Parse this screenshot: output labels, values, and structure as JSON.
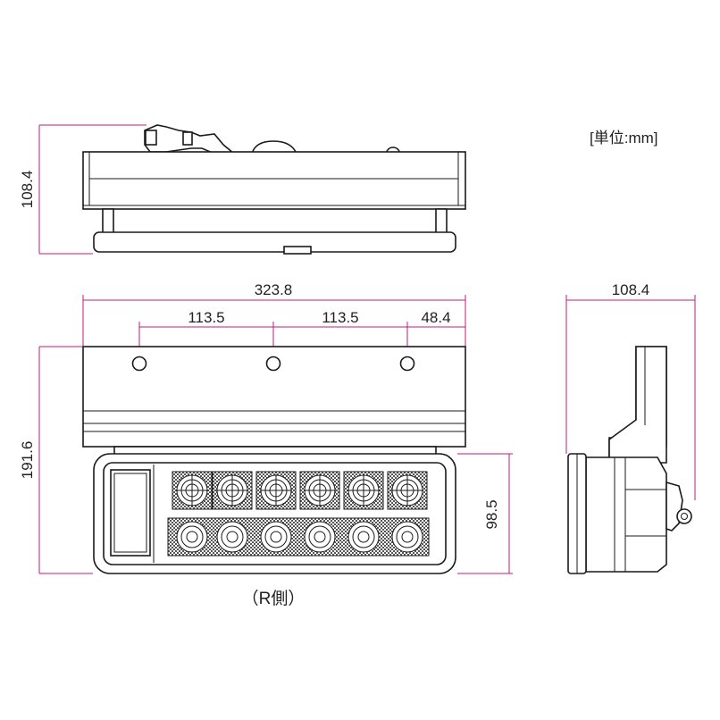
{
  "unit_note": "[単位:mm]",
  "caption": "（R側）",
  "dimensions": {
    "top_view_height": "108.4",
    "overall_width": "323.8",
    "hole_pitch_1": "113.5",
    "hole_pitch_2": "113.5",
    "hole_edge_offset": "48.4",
    "overall_height": "191.6",
    "lens_height": "98.5",
    "side_view_depth": "108.4"
  },
  "colors": {
    "dimension_line": "#c2187a",
    "outline": "#1a1a1a",
    "lens_pattern": "#444444"
  }
}
